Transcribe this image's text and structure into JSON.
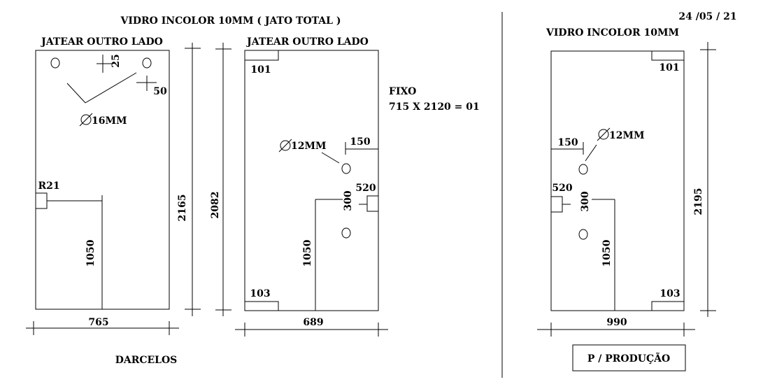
{
  "header": {
    "title_left": "VIDRO INCOLOR 10MM ( JATO TOTAL )",
    "title_right": "VIDRO INCOLOR 10MM",
    "date": "24 /05 / 21"
  },
  "panel1": {
    "heading": "JATEAR OUTRO LADO",
    "dim_top_hole": "25",
    "dim_side_hole": "50",
    "hole_label": "16MM",
    "radius_label": "R21",
    "dim_handle_height": "1050",
    "dim_height": "2165",
    "dim_width": "765",
    "footer": "DARCELOS"
  },
  "panel2": {
    "heading": "JATEAR OUTRO LADO",
    "dim_top_fitting": "101",
    "dim_bottom_fitting": "103",
    "hole_label": "12MM",
    "dim_hole_offset": "150",
    "dim_lock": "520",
    "dim_hole_spacing": "300",
    "dim_handle_height": "1050",
    "dim_height": "2082",
    "dim_width": "689",
    "fixed_label": "FIXO",
    "fixed_spec": "715 X 2120 = 01"
  },
  "panel3": {
    "dim_top_fitting": "101",
    "dim_bottom_fitting": "103",
    "hole_label": "12MM",
    "dim_hole_offset": "150",
    "dim_lock": "520",
    "dim_hole_spacing": "300",
    "dim_handle_height": "1050",
    "dim_height": "2195",
    "dim_width": "990",
    "production_button": "P / PRODUÇÃO"
  }
}
